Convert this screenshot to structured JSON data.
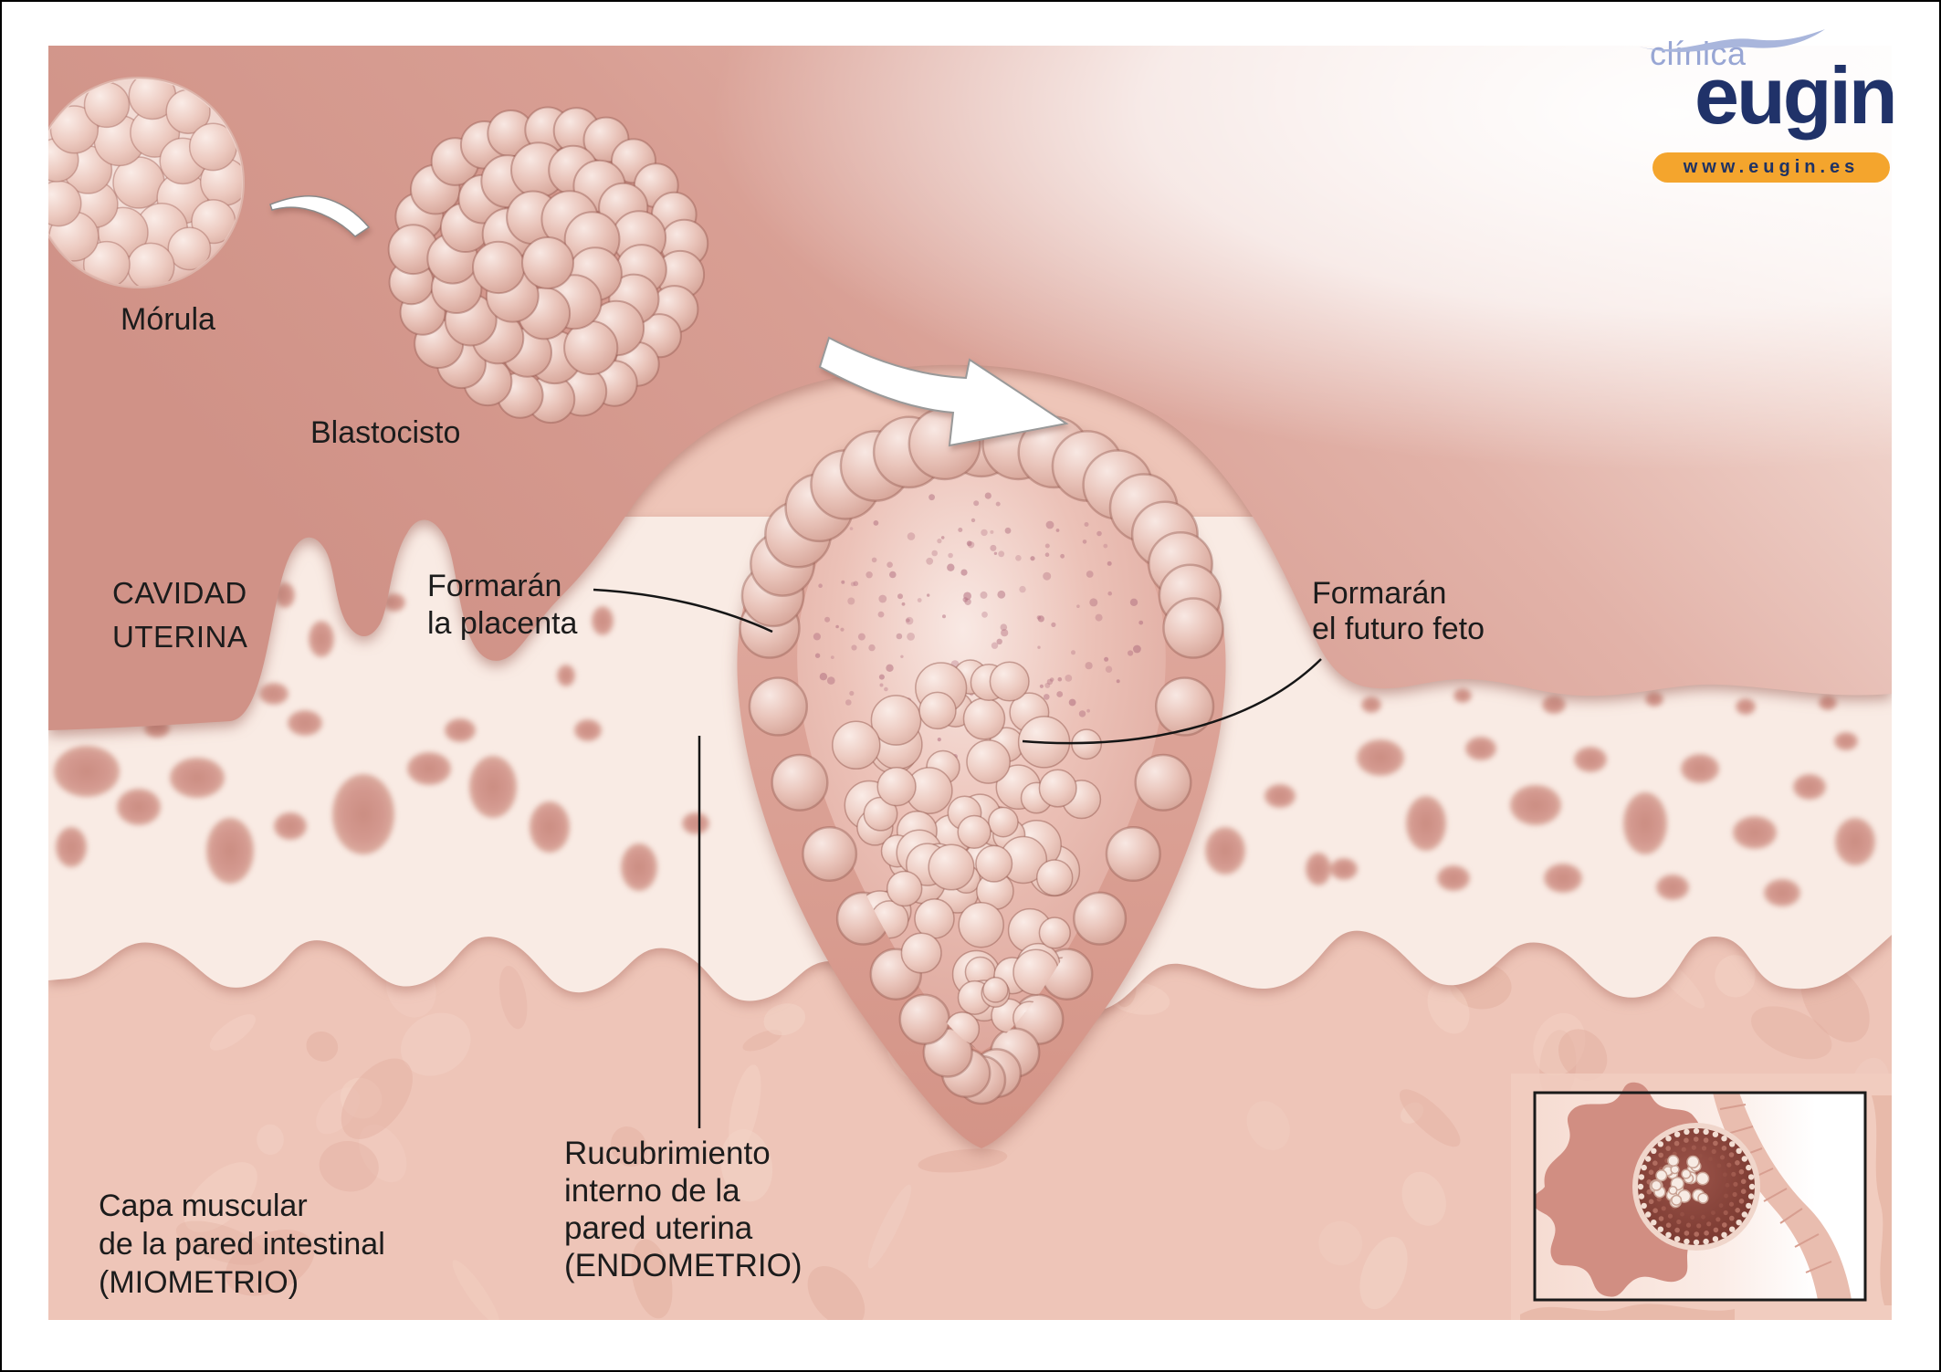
{
  "logo": {
    "clinica": "clínica",
    "eugin": "eugin",
    "url": "www.eugin.es"
  },
  "labels": {
    "morula": "Mórula",
    "blastocisto": "Blastocisto",
    "cavidad_uterina": [
      "CAVIDAD",
      "UTERINA"
    ],
    "formaran_placenta": [
      "Formarán",
      "la placenta"
    ],
    "formaran_feto": [
      "Formarán",
      "el futuro feto"
    ],
    "miometrio": [
      "Capa muscular",
      "de la pared intestinal",
      "(MIOMETRIO)"
    ],
    "endometrio": [
      "Rucubrimiento",
      "interno de la",
      "pared uterina",
      "(ENDOMETRIO)"
    ]
  },
  "colors": {
    "navy": "#203269",
    "periwinkle": "#98a6d4",
    "orange": "#f4a52d",
    "cavity_salmon": "#d5998e",
    "endometrium_cream": "#f9ebe4",
    "myometrium_pink": "#eec5b8",
    "text": "#1c1c1c"
  }
}
